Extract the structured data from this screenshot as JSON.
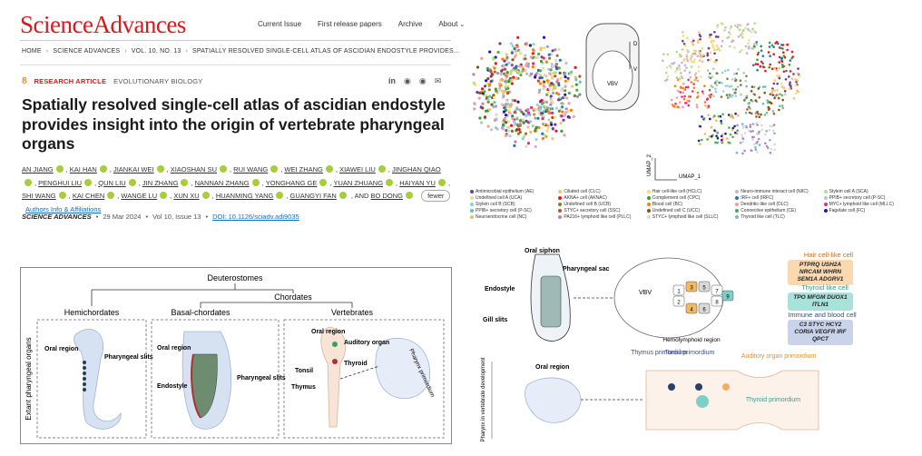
{
  "header": {
    "logo": "ScienceAdvances",
    "nav": [
      "Current Issue",
      "First release papers",
      "Archive",
      "About"
    ]
  },
  "breadcrumb": [
    "HOME",
    "SCIENCE ADVANCES",
    "VOL. 10, NO. 13",
    "SPATIALLY RESOLVED SINGLE-CELL ATLAS OF ASCIDIAN ENDOSTYLE PROVIDES..."
  ],
  "article": {
    "oa_count": "8",
    "type": "RESEARCH ARTICLE",
    "subject": "EVOLUTIONARY BIOLOGY",
    "title": "Spatially resolved single-cell atlas of ascidian endostyle provides insight into the origin of vertebrate pharyngeal organs",
    "authors": [
      "AN JIANG",
      "KAI HAN",
      "JIANKAI WEI",
      "XIAOSHAN SU",
      "RUI WANG",
      "WEI ZHANG",
      "XIAWEI LIU",
      "JINGHAN QIAO",
      "PENGHUI LIU",
      "QUN LIU",
      "JIN ZHANG",
      "NANNAN ZHANG",
      "YONGHANG GE",
      "YUAN ZHUANG",
      "HAIYAN YU",
      "SHI WANG",
      "KAI CHEN",
      "WANGE LU",
      "XUN XU",
      "HUANMING YANG",
      "GUANGYI FAN",
      "BO DONG"
    ],
    "and_label": ", AND",
    "fewer_label": "fewer",
    "affiliations_label": "Authors Info & Affiliations",
    "journal": "SCIENCE ADVANCES",
    "date": "29 Mar 2024",
    "volume": "Vol 10, Issue 13",
    "doi": "DOI: 10.1126/sciadv.adi9035"
  },
  "share_icons": [
    "linkedin-icon",
    "reddit-icon",
    "wechat-icon",
    "email-icon"
  ],
  "figure1": {
    "top": "Deuterostomes",
    "chordates": "Chordates",
    "groups": [
      "Hemichordates",
      "Basal-chordates",
      "Vertebrates"
    ],
    "side_label": "Extant pharyngeal organs",
    "hemi_labels": [
      "Oral region",
      "Pharyngeal slits"
    ],
    "basal_labels": [
      "Oral region",
      "Endostyle",
      "Pharyngeal slits"
    ],
    "vert_labels": [
      "Oral region",
      "Auditory organ",
      "Thyroid",
      "Tonsil",
      "Thymus",
      "Pharynx primordium"
    ]
  },
  "figure2": {
    "axis_labels": [
      "D",
      "V",
      "VBV",
      "UMAP_1",
      "UMAP_2"
    ],
    "legend": [
      {
        "label": "Antimicrobial epithelium (AE)",
        "color": "#6a3d9a"
      },
      {
        "label": "Ciliated cell (CLC)",
        "color": "#fdbf6f"
      },
      {
        "label": "Hair cell-like cell (HCLC)",
        "color": "#ffd966"
      },
      {
        "label": "Neuro-immune interact cell (NIIC)",
        "color": "#cab2d6"
      },
      {
        "label": "Stylein cell A (SCA)",
        "color": "#b2df8a"
      },
      {
        "label": "Undefined cell A (UCA)",
        "color": "#dfe39b"
      },
      {
        "label": "AKNA+ cell (AKNAC)",
        "color": "#e31a1c"
      },
      {
        "label": "Complement cell (CPC)",
        "color": "#33a02c"
      },
      {
        "label": "IRF+ cell (IRFC)",
        "color": "#1f78b4"
      },
      {
        "label": "PPIB+ secretory cell (P-SC)",
        "color": "#a6cee3"
      },
      {
        "label": "Stylein cell B (SCB)",
        "color": "#8dd3c7"
      },
      {
        "label": "Undefined cell B (UCB)",
        "color": "#7f7f3f"
      },
      {
        "label": "Blood cell (BC)",
        "color": "#ff7f00"
      },
      {
        "label": "Dendritic-like cell (DLC)",
        "color": "#fb9a99"
      },
      {
        "label": "MYC+ lymphoid like cell (MLLC)",
        "color": "#e7298a"
      },
      {
        "label": "PPIB+ secretory cell (P-SC)",
        "color": "#66c2a5"
      },
      {
        "label": "STYC+ secretory cell (SSC)",
        "color": "#b15928"
      },
      {
        "label": "Undefined cell C (UCC)",
        "color": "#8c510a"
      },
      {
        "label": "Connective epithelium (CE)",
        "color": "#4daf4a"
      },
      {
        "label": "Fagelate cell (FC)",
        "color": "#1b1b9e"
      },
      {
        "label": "Neuroendocrine cell (NC)",
        "color": "#fdb462"
      },
      {
        "label": "PA216+ lymphoid like cell (PLLC)",
        "color": "#bc80bd"
      },
      {
        "label": "STYC+ lymphoid like cell (SLLC)",
        "color": "#d9d9d9"
      },
      {
        "label": "Thyroid like cell (TLC)",
        "color": "#80b1d3"
      }
    ]
  },
  "figure3": {
    "labels": [
      "Oral siphon",
      "Pharyngeal sac",
      "Endostyle",
      "Gill slits",
      "VBV",
      "Hemolymphoid region",
      "Oral region",
      "Pharynx in vertebrate development",
      "Thymus primordium",
      "Tonsil primordium",
      "Auditory organ primordium",
      "Thyroid primordium"
    ],
    "zones": [
      "1",
      "2",
      "3",
      "4",
      "5",
      "6",
      "7",
      "8",
      "9"
    ],
    "hair_head": "Hair cell-like cell",
    "hair_genes": "PTPRQ    USH2A NRCAM WHRN    SEM1A ADGRV1",
    "thyroid_head": "Thyroid like cell",
    "thyroid_genes": "TPO    MFGM DUOX1    ITLN1",
    "immune_head": "Immune and blood cell",
    "immune_genes": "C3    STYC HCY2    CORIA VEGFR    IRF    QPCT"
  }
}
